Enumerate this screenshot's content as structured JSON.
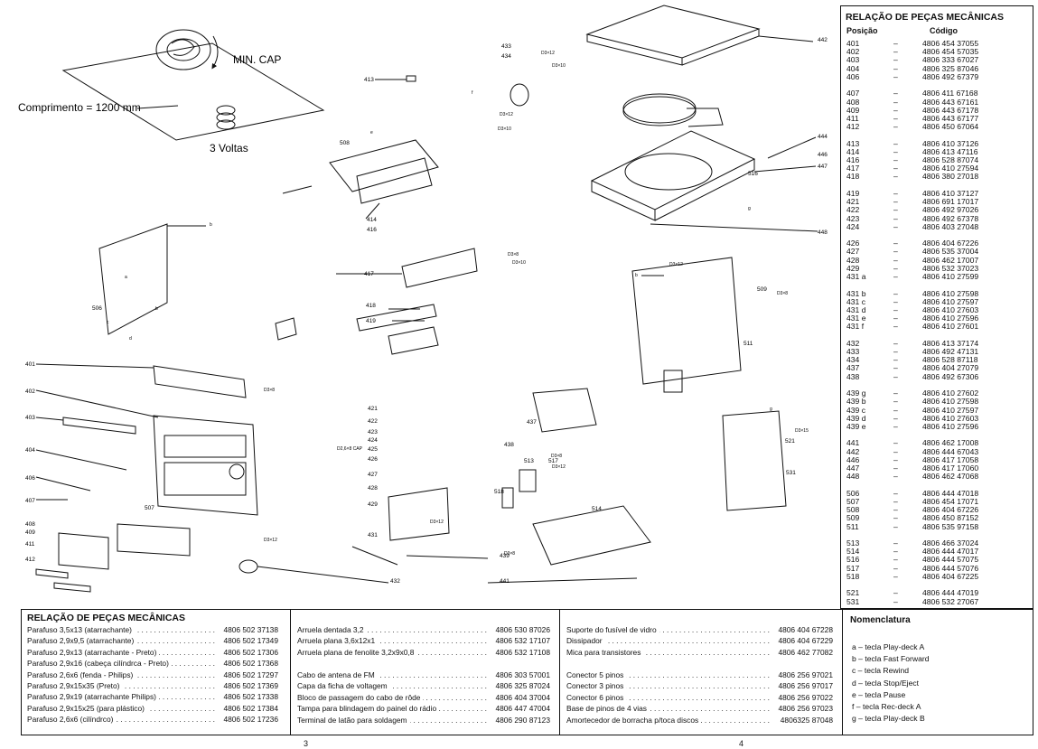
{
  "diagram": {
    "top_left_labels": {
      "min_cap": "MIN. CAP",
      "length": "Comprimento = 1200 mm",
      "turns": "3 Voltas"
    },
    "callouts": [
      "401",
      "402",
      "403",
      "404",
      "406",
      "407",
      "408",
      "409",
      "411",
      "412",
      "413",
      "414",
      "416",
      "417",
      "418",
      "419",
      "421",
      "422",
      "423",
      "424",
      "425",
      "426",
      "427",
      "428",
      "429",
      "431",
      "432",
      "433",
      "434",
      "437",
      "438",
      "439",
      "441",
      "442",
      "444",
      "446",
      "447",
      "448",
      "506",
      "507",
      "508",
      "509",
      "511",
      "513",
      "514",
      "516",
      "517",
      "518",
      "521",
      "531"
    ],
    "small_labels": [
      "b",
      "b",
      "g",
      "g",
      "a",
      "b",
      "c",
      "d",
      "e",
      "f",
      "D3×12",
      "D3×10",
      "D3×8",
      "D3×10",
      "D3×12",
      "D3×8",
      "D3×8",
      "D2,6×8 CAP",
      "D3×10",
      "D3×12",
      "D3×8",
      "D3×12",
      "D3×12",
      "D3×15",
      "D3×8",
      "D3×12"
    ]
  },
  "right_table": {
    "title": "RELAÇÃO DE PEÇAS MECÂNICAS",
    "col_pos": "Posição",
    "col_code": "Código",
    "groups": [
      [
        [
          "401",
          "4806 454 37055"
        ],
        [
          "402",
          "4806 454 57035"
        ],
        [
          "403",
          "4806 333 67027"
        ],
        [
          "404",
          "4806 325 87046"
        ],
        [
          "406",
          "4806 492 67379"
        ]
      ],
      [
        [
          "407",
          "4806 411 67168"
        ],
        [
          "408",
          "4806 443 67161"
        ],
        [
          "409",
          "4806 443 67178"
        ],
        [
          "411",
          "4806 443 67177"
        ],
        [
          "412",
          "4806 450 67064"
        ]
      ],
      [
        [
          "413",
          "4806 410 37126"
        ],
        [
          "414",
          "4806 413 47116"
        ],
        [
          "416",
          "4806 528 87074"
        ],
        [
          "417",
          "4806 410 27594"
        ],
        [
          "418",
          "4806 380 27018"
        ]
      ],
      [
        [
          "419",
          "4806 410 37127"
        ],
        [
          "421",
          "4806 691 17017"
        ],
        [
          "422",
          "4806 492 97026"
        ],
        [
          "423",
          "4806 492 67378"
        ],
        [
          "424",
          "4806 403 27048"
        ]
      ],
      [
        [
          "426",
          "4806 404 67226"
        ],
        [
          "427",
          "4806 535 37004"
        ],
        [
          "428",
          "4806 462 17007"
        ],
        [
          "429",
          "4806 532 37023"
        ],
        [
          "431 a",
          "4806 410 27599"
        ]
      ],
      [
        [
          "431 b",
          "4806 410 27598"
        ],
        [
          "431 c",
          "4806 410 27597"
        ],
        [
          "431 d",
          "4806 410 27603"
        ],
        [
          "431 e",
          "4806 410 27596"
        ],
        [
          "431 f",
          "4806 410 27601"
        ]
      ],
      [
        [
          "432",
          "4806 413 37174"
        ],
        [
          "433",
          "4806 492 47131"
        ],
        [
          "434",
          "4806 528 87118"
        ],
        [
          "437",
          "4806 404 27079"
        ],
        [
          "438",
          "4806 492 67306"
        ]
      ],
      [
        [
          "439 g",
          "4806 410 27602"
        ],
        [
          "439 b",
          "4806 410 27598"
        ],
        [
          "439 c",
          "4806 410 27597"
        ],
        [
          "439 d",
          "4806 410 27603"
        ],
        [
          "439 e",
          "4806 410 27596"
        ]
      ],
      [
        [
          "441",
          "4806 462 17008"
        ],
        [
          "442",
          "4806 444 67043"
        ],
        [
          "446",
          "4806 417 17058"
        ],
        [
          "447",
          "4806 417 17060"
        ],
        [
          "448",
          "4806 462 47068"
        ]
      ],
      [
        [
          "506",
          "4806 444 47018"
        ],
        [
          "507",
          "4806 454 17071"
        ],
        [
          "508",
          "4806 404 67226"
        ],
        [
          "509",
          "4806 450 87152"
        ],
        [
          "511",
          "4806 535 97158"
        ]
      ],
      [
        [
          "513",
          "4806 466 37024"
        ],
        [
          "514",
          "4806 444 47017"
        ],
        [
          "516",
          "4806 444 57075"
        ],
        [
          "517",
          "4806 444 57076"
        ],
        [
          "518",
          "4806 404 67225"
        ]
      ],
      [
        [
          "521",
          "4806 444 47019"
        ],
        [
          "531",
          "4806 532 27067"
        ]
      ]
    ]
  },
  "bottom_table": {
    "title": "RELAÇÃO DE PEÇAS MECÂNICAS",
    "col1": [
      [
        "Parafuso 3,5x13 (atarrachante)",
        "4806 502 37138"
      ],
      [
        "Parafuso 2,9x9,5 (atarrachante)",
        "4806 502 17349"
      ],
      [
        "Parafuso 2,9x13 (atarrachante - Preto)",
        "4806 502 17306"
      ],
      [
        "Parafuso 2,9x16 (cabeça cilíndrca - Preto)",
        "4806 502 17368"
      ],
      [
        "Parafuso 2,6x6 (fenda - Philips)",
        "4806 502 17297"
      ],
      [
        "Parafuso 2,9x15x35 (Preto)",
        "4806 502 17369"
      ],
      [
        "Parafuso 2,9x19 (atarrachante Philips)",
        "4806 502 17338"
      ],
      [
        "Parafuso 2,9x15x25 (para plástico)",
        "4806 502 17384"
      ],
      [
        "Parafuso 2,6x6 (cilíndrco)",
        "4806 502 17236"
      ]
    ],
    "col2a": [
      [
        "Arruela dentada 3,2",
        "4806 530 87026"
      ],
      [
        "Arruela plana 3,6x12x1",
        "4806 532 17107"
      ],
      [
        "Arruela plana de fenolite 3,2x9x0,8",
        "4806 532 17108"
      ]
    ],
    "col2b": [
      [
        "Cabo de antena de FM",
        "4806 303 57001"
      ],
      [
        "Capa da ficha de voltagem",
        "4806 325 87024"
      ],
      [
        "Bloco de passagem do cabo de rôde",
        "4806 404 37004"
      ],
      [
        "Tampa para blindagem do painel do rádio",
        "4806 447 47004"
      ],
      [
        "Terminal de latão para soldagem",
        "4806 290 87123"
      ]
    ],
    "col3a": [
      [
        "Suporte do fusível de vidro",
        "4806 404 67228"
      ],
      [
        "Dissipador",
        "4806 404 67229"
      ],
      [
        "Mica para transistores",
        "4806 462 77082"
      ]
    ],
    "col3b": [
      [
        "Conector 5 pinos",
        "4806 256 97021"
      ],
      [
        "Conector 3 pinos",
        "4806 256 97017"
      ],
      [
        "Conector 6 pinos",
        "4806 256 97022"
      ],
      [
        "Base de pinos de 4 vias",
        "4806 256 97023"
      ],
      [
        "Amortecedor de borracha p/toca discos",
        "4806325 87048"
      ]
    ]
  },
  "nomenclatura": {
    "title": "Nomenclatura",
    "items": [
      "a  –  tecla Play-deck A",
      "b  –  tecla Fast Forward",
      "c  –  tecla Rewind",
      "d  –  tecla Stop/Eject",
      "e  –  tecla Pause",
      "f  –  tecla Rec-deck A",
      "g  –  tecla Play-deck B"
    ]
  },
  "page_numbers": [
    "3",
    "4"
  ]
}
